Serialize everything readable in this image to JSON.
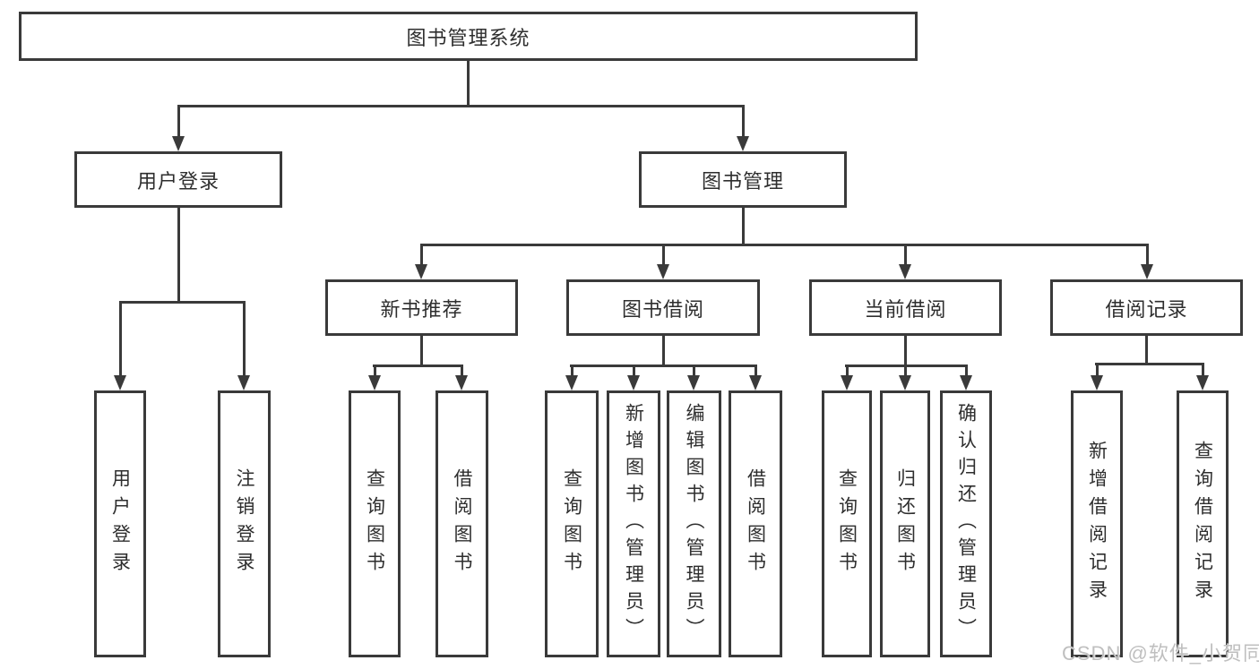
{
  "nodes": {
    "root": "图书管理系统",
    "user_login": "用户登录",
    "book_mgmt": "图书管理",
    "new_book_rec": "新书推荐",
    "book_borrow": "图书借阅",
    "current_borrow": "当前借阅",
    "borrow_record": "借阅记录",
    "leaf_user_login": "用户登录",
    "leaf_logout": "注销登录",
    "leaf_nb_query": "查询图书",
    "leaf_nb_borrow": "借阅图书",
    "leaf_bb_query": "查询图书",
    "leaf_bb_add": "新增图书（管理员）",
    "leaf_bb_edit": "编辑图书（管理员）",
    "leaf_bb_borrow": "借阅图书",
    "leaf_cb_query": "查询图书",
    "leaf_cb_return": "归还图书",
    "leaf_cb_confirm": "确认归还（管理员）",
    "leaf_br_add": "新增借阅记录",
    "leaf_br_query": "查询借阅记录"
  },
  "watermark": "CSDN @软件_小贺同学",
  "colors": {
    "line": "#3a3a3a",
    "text": "#2e2e2e",
    "watermark": "#bfbfbf",
    "background": "#ffffff"
  }
}
